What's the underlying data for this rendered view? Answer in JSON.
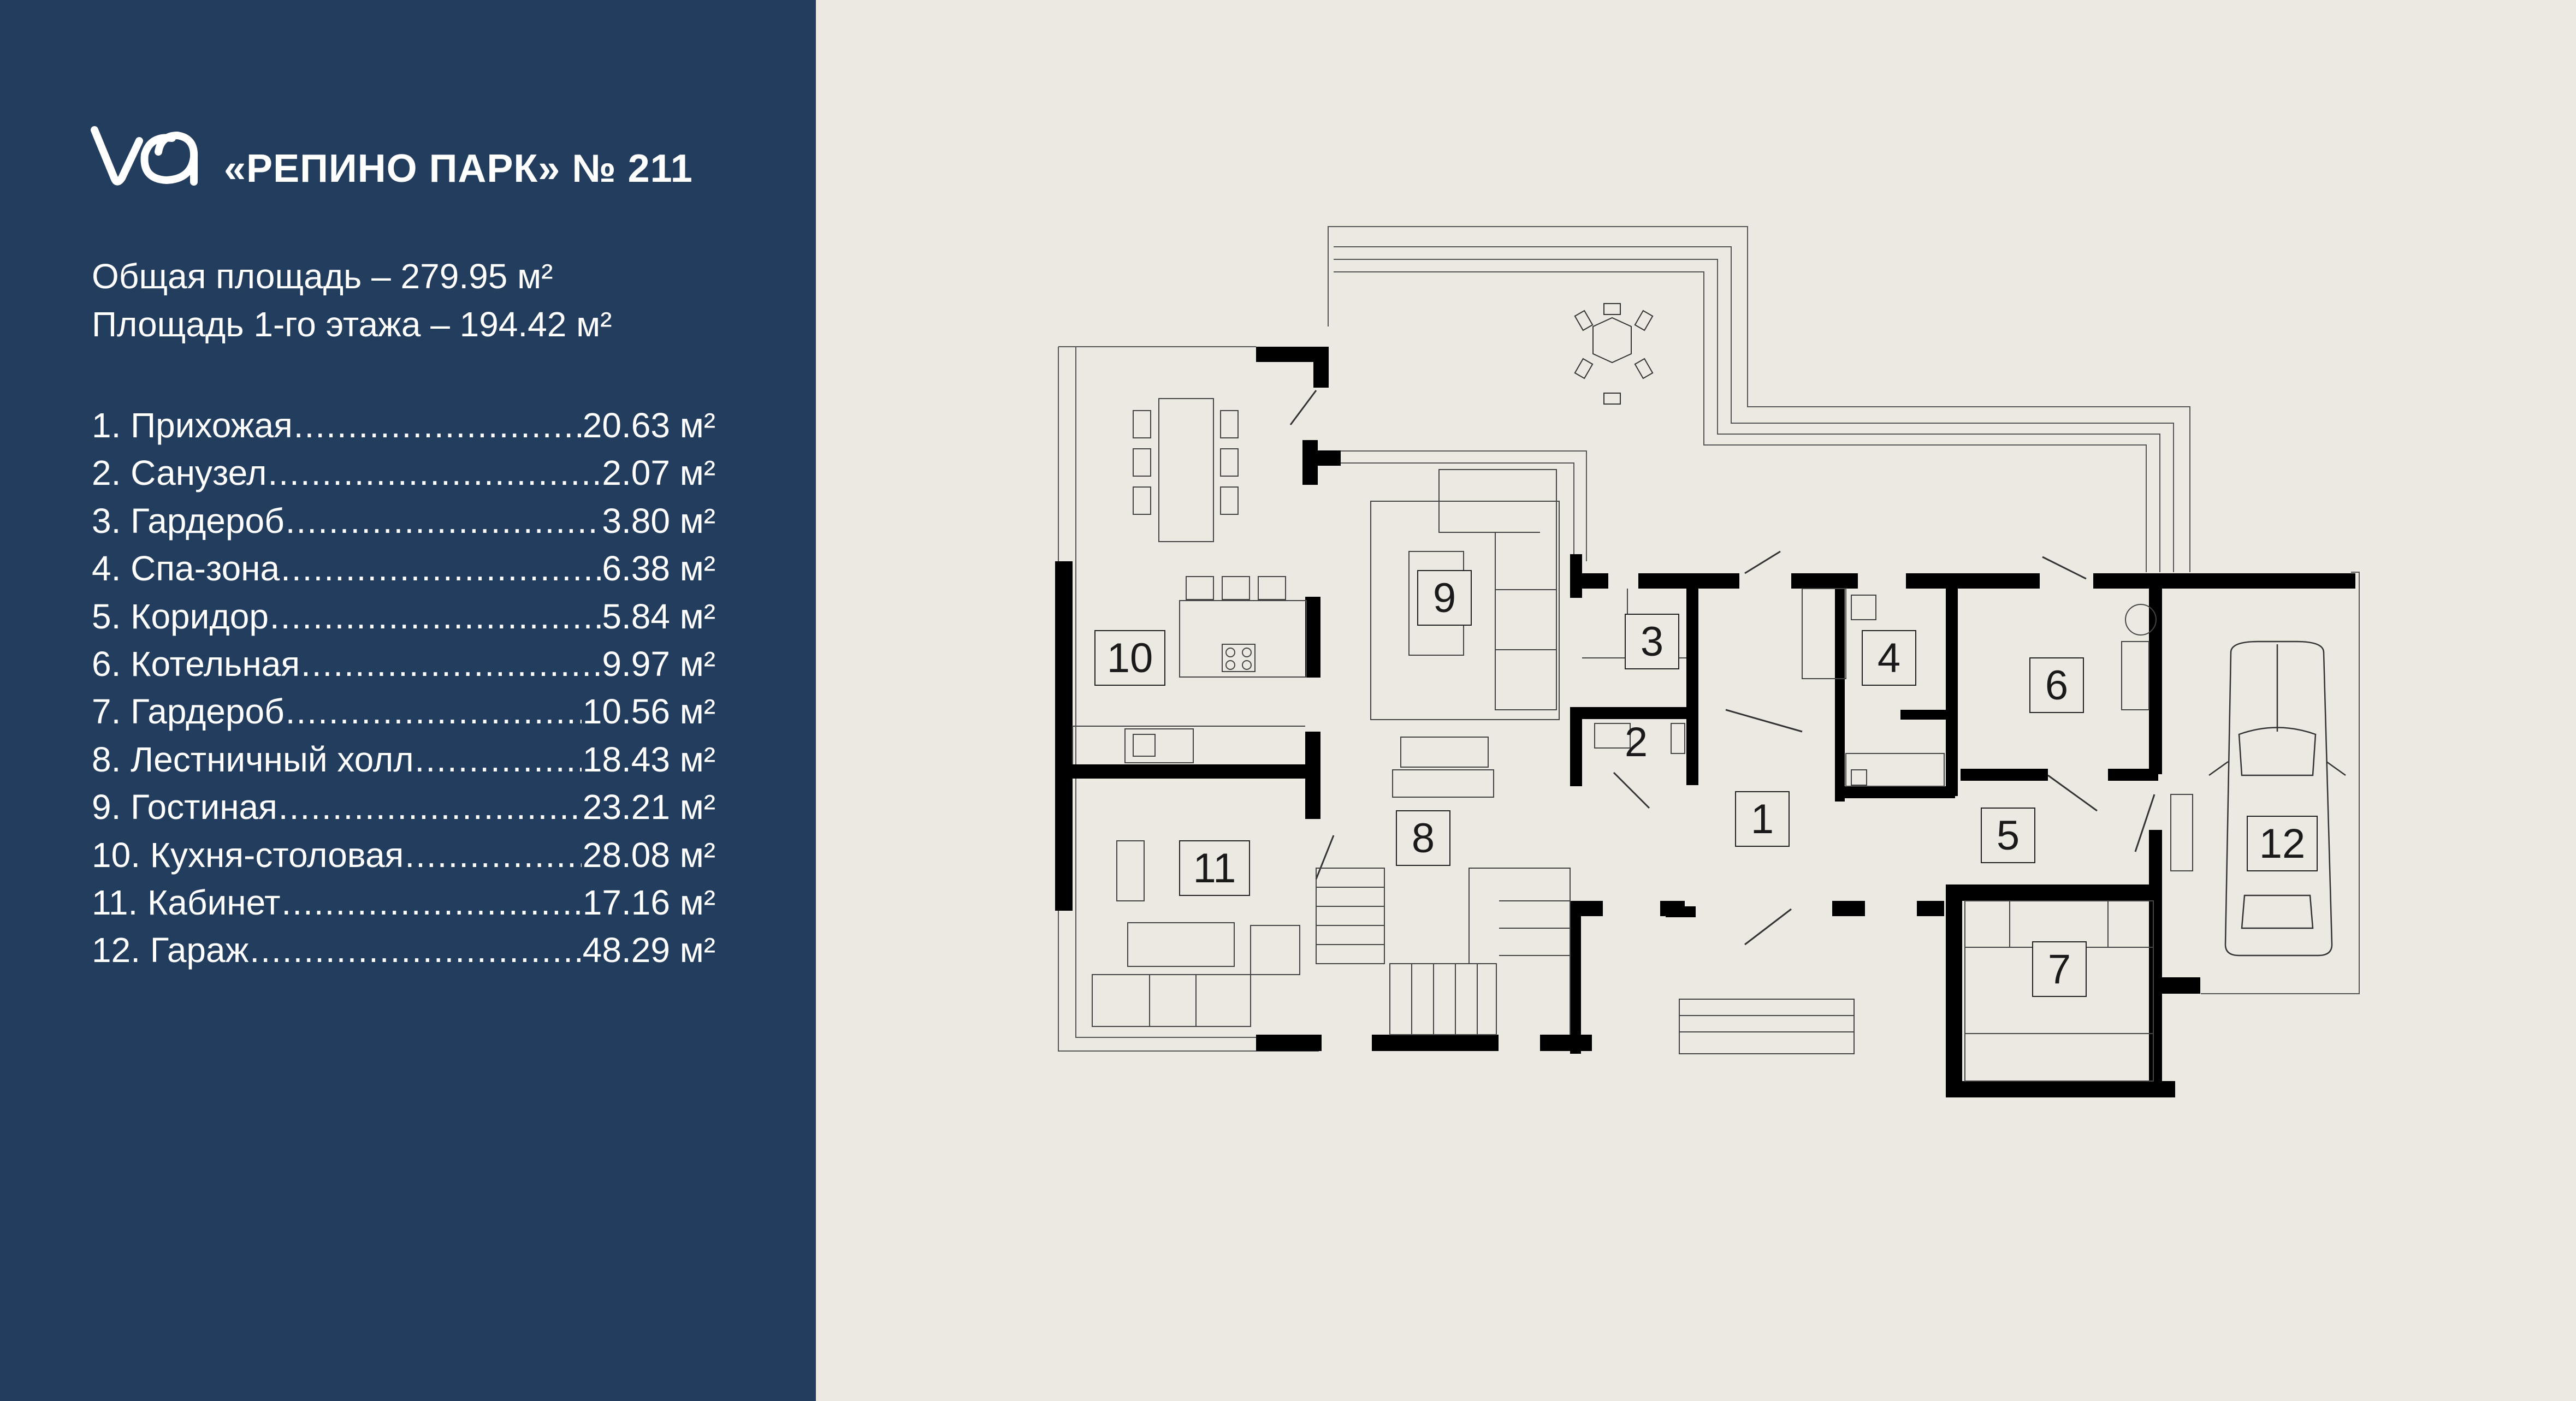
{
  "header": {
    "title": "«РЕПИНО ПАРК» № 211",
    "logo_icon": "brand-logo-icon"
  },
  "areas": {
    "total": "Общая площадь – 279.95 м²",
    "first_floor": "Площадь 1-го этажа – 194.42 м²"
  },
  "rooms": [
    {
      "name": "1. Прихожая",
      "area": "20.63 м²"
    },
    {
      "name": "2. Санузел",
      "area": "2.07 м²"
    },
    {
      "name": "3. Гардероб",
      "area": "3.80 м²"
    },
    {
      "name": "4. Спа-зона",
      "area": "6.38 м²"
    },
    {
      "name": "5. Коридор",
      "area": "5.84 м²"
    },
    {
      "name": "6. Котельная",
      "area": "9.97 м²"
    },
    {
      "name": "7. Гардероб",
      "area": "10.56 м²"
    },
    {
      "name": "8. Лестничный холл",
      "area": "18.43 м²"
    },
    {
      "name": "9. Гостиная",
      "area": "23.21 м²"
    },
    {
      "name": "10. Кухня-столовая",
      "area": "28.08 м²"
    },
    {
      "name": "11. Кабинет",
      "area": "17.16 м²"
    },
    {
      "name": "12. Гараж",
      "area": "48.29 м²"
    }
  ],
  "plan": {
    "labels": [
      "1",
      "2",
      "3",
      "4",
      "5",
      "6",
      "7",
      "8",
      "9",
      "10",
      "11",
      "12"
    ]
  },
  "colors": {
    "sidebar_bg": "#233d5f",
    "page_bg": "#ece9e3",
    "wall": "#000000",
    "text": "#ffffff"
  }
}
